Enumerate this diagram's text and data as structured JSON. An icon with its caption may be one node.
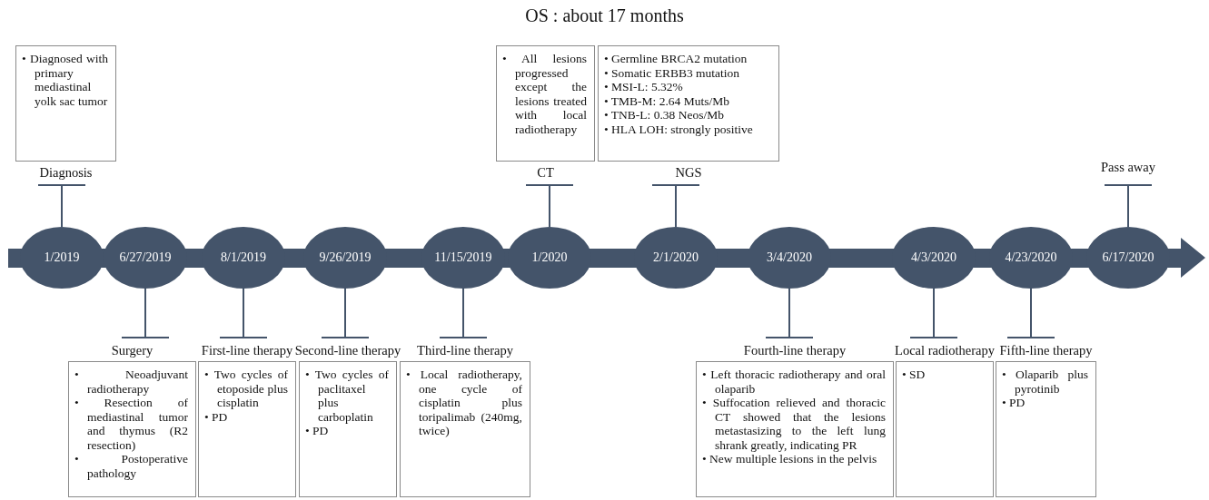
{
  "diagram": {
    "title": "OS : about 17 months",
    "nodes": [
      {
        "text": [
          "• Diagnosed with primary mediastinal yolk sac tumor",
          "Diagnosis"
        ]
      },
      {
        "text": [
          "• All lesions progressed except the lesions treated with local radiotherapy",
          "CT"
        ]
      },
      {
        "text": [
          "• Germline BRCA2 mutation",
          "• Somatic ERBB3 mutation",
          "• MSI-L: 5.32%",
          "• TMB-M: 2.64 Muts/Mb",
          "• TNB-L: 0.38 Neos/Mb",
          "• HLA LOH: strongly positive",
          "NGS"
        ]
      },
      {
        "text": [
          "Pass away"
        ]
      },
      {
        "text": [
          "1/2019"
        ]
      },
      {
        "text": [
          "6/27/2019"
        ]
      },
      {
        "text": [
          "8/1/2019"
        ]
      },
      {
        "text": [
          "9/26/2019"
        ]
      },
      {
        "text": [
          "11/15/2019"
        ]
      },
      {
        "text": [
          "1/2020"
        ]
      },
      {
        "text": [
          "2/1/2020"
        ]
      },
      {
        "text": [
          "3/4/2020"
        ]
      },
      {
        "text": [
          "4/3/2020"
        ]
      },
      {
        "text": [
          "4/23/2020"
        ]
      },
      {
        "text": [
          "6/17/2020"
        ]
      },
      {
        "text": [
          "Surgery",
          "• Neoadjuvant radiotherapy",
          "• Resection of mediastinal tumor and thymus (R2 resection)",
          "• Postoperative pathology"
        ]
      },
      {
        "text": [
          "First-line therapy",
          "• Two cycles of etoposide plus cisplatin",
          "• PD"
        ]
      },
      {
        "text": [
          "Second-line therapy",
          "• Two cycles of paclitaxel plus carboplatin",
          "• PD"
        ]
      },
      {
        "text": [
          "Third-line therapy",
          "• Local radiotherapy, one cycle of cisplatin plus toripalimab (240mg, twice)"
        ]
      },
      {
        "text": [
          "Fourth-line therapy",
          "• Left thoracic radiotherapy and oral olaparib",
          "• Suffocation relieved and thoracic CT showed that the lesions metastasizing to the left lung shrank greatly, indicating PR",
          "• New multiple lesions in the pelvis"
        ]
      },
      {
        "text": [
          "Local radiotherapy",
          "• SD"
        ]
      },
      {
        "text": [
          "Fifth-line therapy",
          "• Olaparib plus pyrotinib",
          "• PD"
        ]
      }
    ],
    "edges": [
      {
        "from": 4,
        "to": 0,
        "arrow": "other"
      },
      {
        "from": 9,
        "to": 1,
        "arrow": "other"
      },
      {
        "from": 10,
        "to": 2,
        "arrow": "other"
      },
      {
        "from": 14,
        "to": 3,
        "arrow": "other"
      },
      {
        "from": 5,
        "to": 15,
        "arrow": "other"
      },
      {
        "from": 6,
        "to": 16,
        "arrow": "other"
      },
      {
        "from": 7,
        "to": 17,
        "arrow": "other"
      },
      {
        "from": 8,
        "to": 18,
        "arrow": "other"
      },
      {
        "from": 11,
        "to": 19,
        "arrow": "other"
      },
      {
        "from": 12,
        "to": 20,
        "arrow": "other"
      },
      {
        "from": 13,
        "to": 21,
        "arrow": "other"
      }
    ]
  }
}
